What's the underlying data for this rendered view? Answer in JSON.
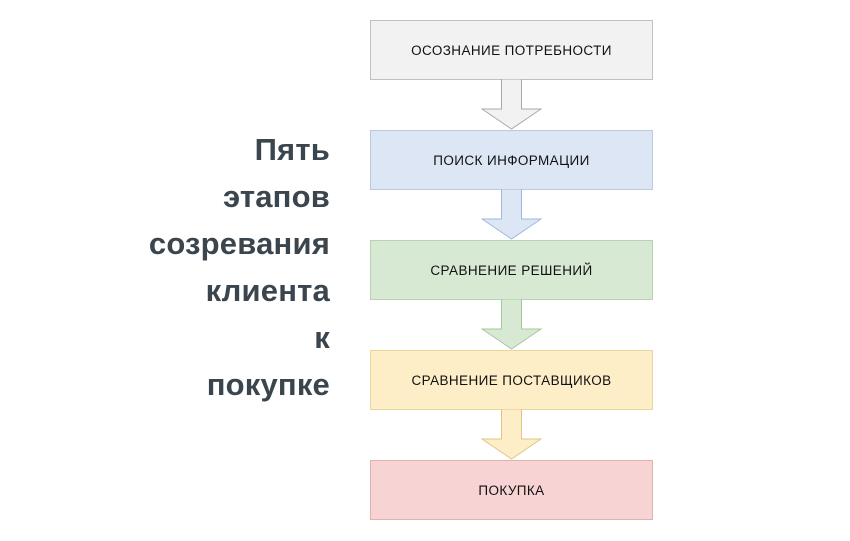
{
  "diagram": {
    "type": "flowchart-vertical",
    "heading": "Пять\nэтапов\nсозревания\nклиента\nк\nпокупке",
    "heading_color": "#3b454d",
    "background": "#ffffff",
    "stages": [
      {
        "order": 1,
        "label": "ОСОЗНАНИЕ ПОТРЕБНОСТИ",
        "fill": "#f2f2f2",
        "stroke": "#c0c0c0",
        "text_color": "#111111"
      },
      {
        "order": 2,
        "label": "ПОИСК ИНФОРМАЦИИ",
        "fill": "#dce6f5",
        "stroke": "#b8cbe4",
        "text_color": "#111111"
      },
      {
        "order": 3,
        "label": "СРАВНЕНИЕ РЕШЕНИЙ",
        "fill": "#d7e9d3",
        "stroke": "#b7d4b1",
        "text_color": "#111111"
      },
      {
        "order": 4,
        "label": "СРАВНЕНИЕ ПОСТАВЩИКОВ",
        "fill": "#fdeec8",
        "stroke": "#e8d79c",
        "text_color": "#111111"
      },
      {
        "order": 5,
        "label": "ПОКУПКА",
        "fill": "#f8d3d3",
        "stroke": "#e3b0b0",
        "text_color": "#111111"
      }
    ],
    "connectors": [
      {
        "from": "ОСОЗНАНИЕ ПОТРЕБНОСТИ",
        "to": "ПОИСК ИНФОРМАЦИИ",
        "fill": "#f2f2f2",
        "stroke": "#a8a8a8",
        "shape": "block-arrow-down"
      },
      {
        "from": "ПОИСК ИНФОРМАЦИИ",
        "to": "СРАВНЕНИЕ РЕШЕНИЙ",
        "fill": "#dce6f5",
        "stroke": "#9fb8d8",
        "shape": "block-arrow-down"
      },
      {
        "from": "СРАВНЕНИЕ РЕШЕНИЙ",
        "to": "СРАВНЕНИЕ ПОСТАВЩИКОВ",
        "fill": "#d7e9d3",
        "stroke": "#a4c79d",
        "shape": "block-arrow-down"
      },
      {
        "from": "СРАВНЕНИЕ ПОСТАВЩИКОВ",
        "to": "ПОКУПКА",
        "fill": "#fdeec8",
        "stroke": "#dcc684",
        "shape": "block-arrow-down"
      }
    ]
  }
}
